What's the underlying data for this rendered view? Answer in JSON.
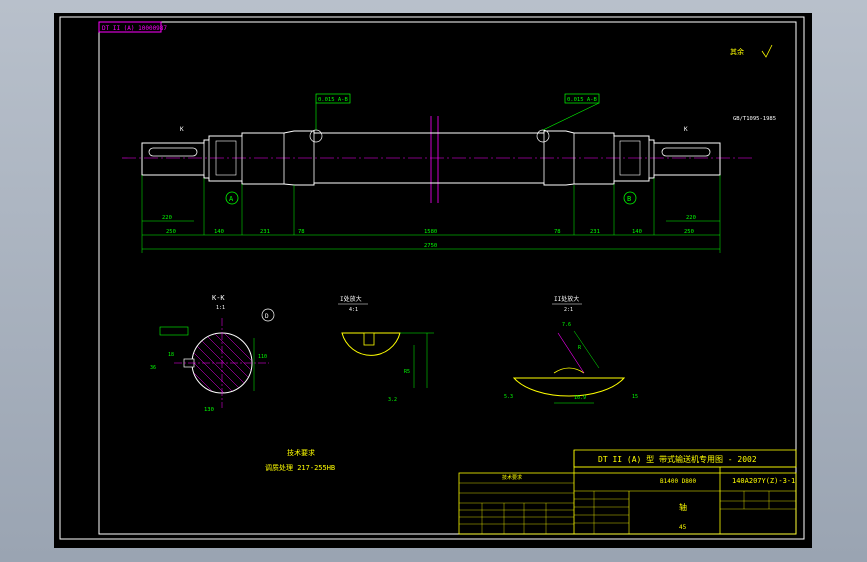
{
  "drawing": {
    "frame_tag": "DT II (A) 10000987",
    "roughness_note": "其余",
    "section_kk": {
      "title": "K-K",
      "scale": "1:1",
      "balloon": "D",
      "dim_width": "130",
      "dim_key": "18",
      "dim_height": "110",
      "dim_left": "36"
    },
    "detail_i": {
      "title": "I处放大",
      "scale": "4:1",
      "dims": [
        "R5",
        "3.2"
      ]
    },
    "detail_ii": {
      "title": "II处放大",
      "scale": "2:1",
      "dims": [
        "7.6",
        "R",
        "10.9",
        "5.3",
        "15"
      ]
    },
    "shaft": {
      "overall_length": "2750",
      "center_span": "1580",
      "left_dims": [
        "250",
        "140",
        "231",
        "78"
      ],
      "right_dims": [
        "78",
        "231",
        "140",
        "250"
      ],
      "left_sub": "220",
      "right_sub": "220",
      "tolerance_callouts": [
        "0.015 A-B",
        "0.015 A-B"
      ],
      "std_ref": "GB/T1095-1985",
      "datum_a": "A",
      "datum_b": "B",
      "section_mark_left": "K",
      "section_mark_right": "K"
    },
    "notes": {
      "title": "技术要求",
      "line1": "调质处理  217-255HB"
    },
    "title_block": {
      "product": "DT II (A) 型  带式输送机专用图 - 2002",
      "code_left": "B1400  D800",
      "drawing_number": "140A207Y(Z)-3-1",
      "part_name": "轴",
      "material": "45",
      "remarks_header": "技术要求"
    }
  },
  "colors": {
    "frame": "#ffffff",
    "geometry": "#ffffff",
    "dimension": "#00ff00",
    "annotation": "#ffff00",
    "centerline": "#ff00ff",
    "titleblock": "#ffff00"
  }
}
